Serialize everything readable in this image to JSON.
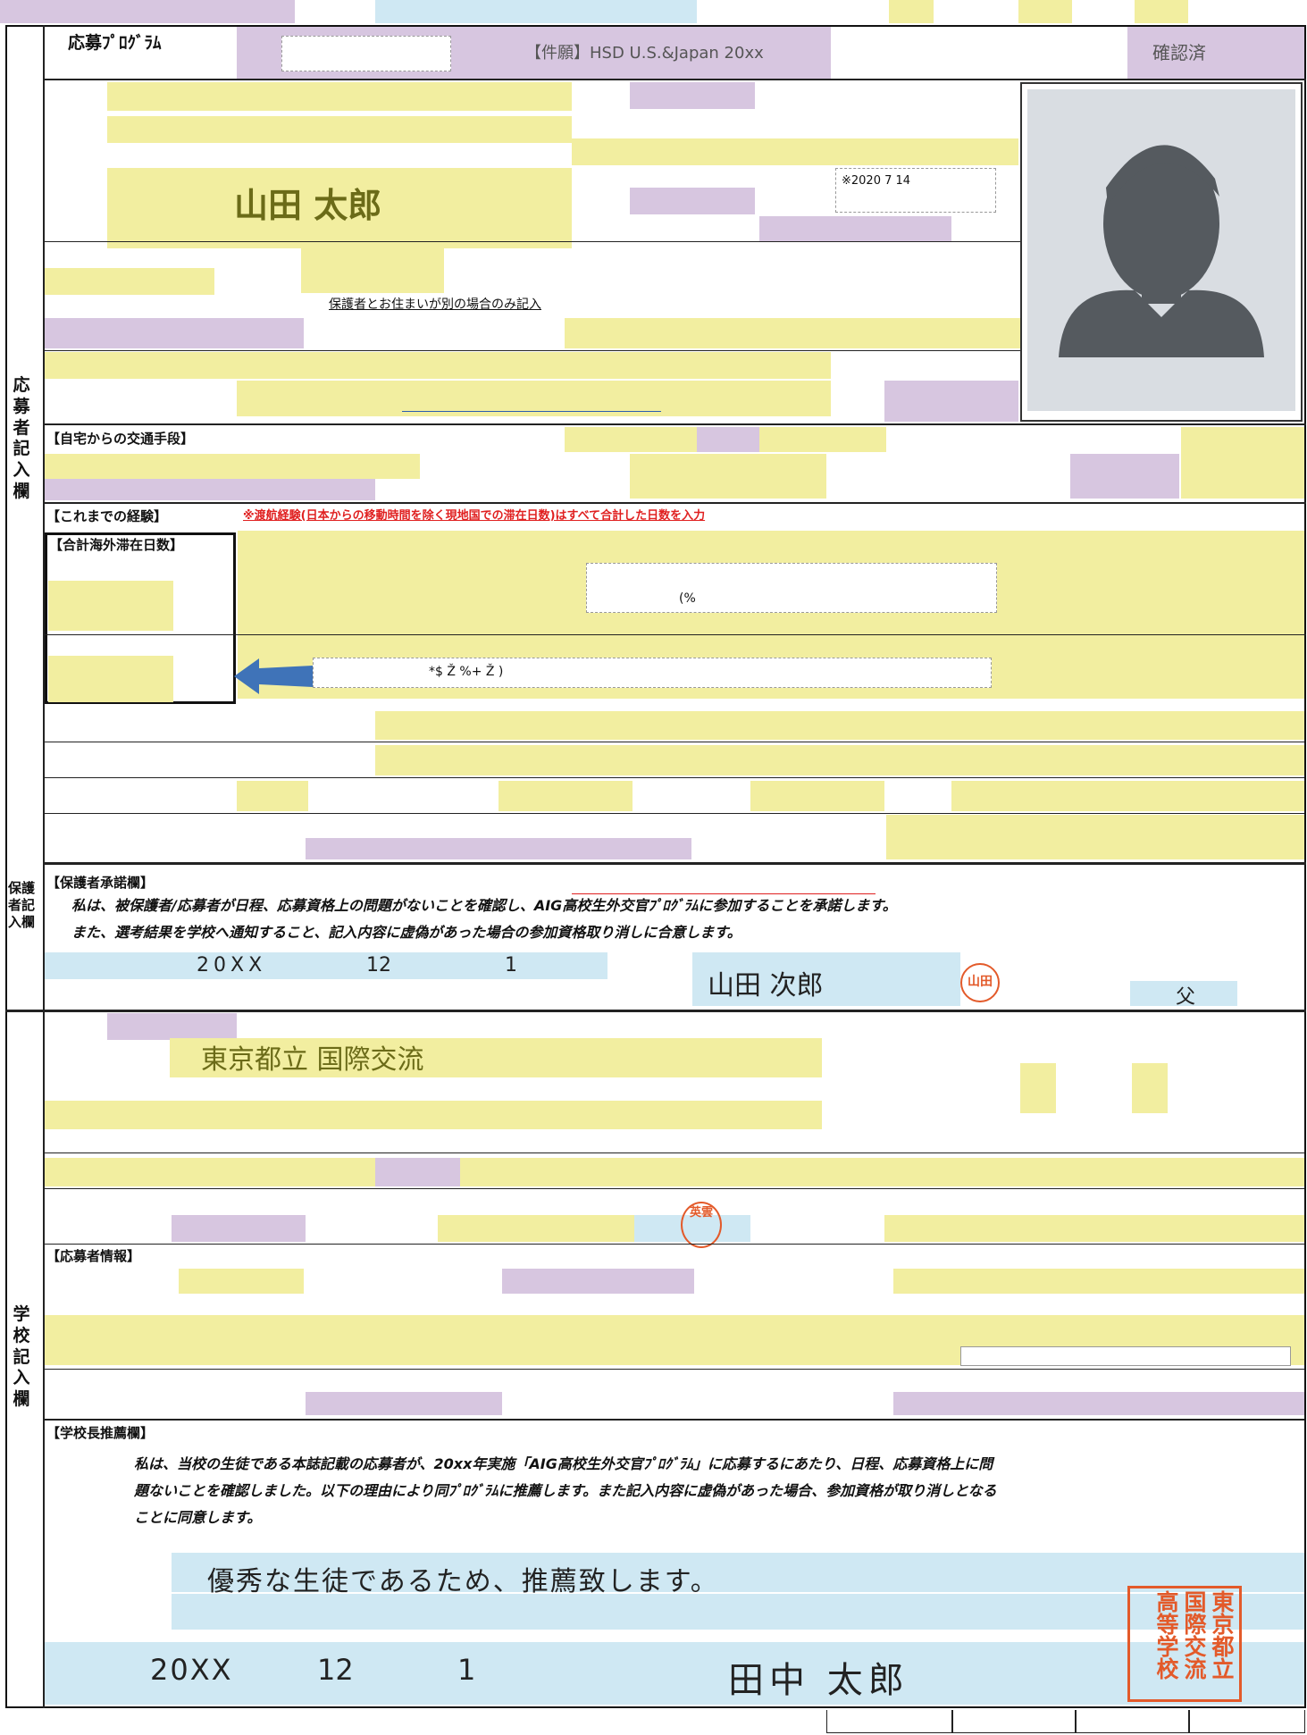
{
  "header": {
    "app_id_label": "応募ﾌﾟﾛｸﾞﾗﾑ",
    "program_title": "【件願】HSD U.S.&Japan 20xx",
    "status_badge": "確認済"
  },
  "applicant_section": {
    "side_label": "応募者記入欄",
    "name_value": "山田 太郎",
    "note_date": "※2020 7 14",
    "guardian_note": "保護者とお住まいが別の場合のみ記入",
    "transport_label": "【自宅からの交通手段】",
    "experience_label": "【これまでの経験】",
    "experience_note": "※渡航経験(日本からの移動時間を除く現地国での滞在日数)はすべて合計した日数を入力",
    "total_overseas_label": "【合計海外滞在日数】",
    "detail_mark_1": "(%",
    "detail_mark_2": "*$ Ž %+ Ž )"
  },
  "guardian_section": {
    "side_label": "保護者記入欄",
    "title": "【保護者承諾欄】",
    "consent_text_1": "私は、被保護者/応募者が日程、応募資格上の問題がないことを確認し、AIG高校生外交官ﾌﾟﾛｸﾞﾗﾑに参加することを承諾します。",
    "consent_text_2": "また、選考結果を学校へ通知すること、記入内容に虚偽があった場合の参加資格取り消しに合意します。",
    "date_year": "20XX",
    "date_month": "12",
    "date_day": "1",
    "signature": "山田 次郎",
    "seal": "山田",
    "relation": "父"
  },
  "school_section": {
    "side_label": "学校記入欄",
    "school_name": "東京都立 国際交流",
    "seal_small": "英雲",
    "applicant_info_label": "【応募者情報】",
    "recommend_label": "【学校長推薦欄】",
    "recommend_text_1": "私は、当校の生徒である本誌記載の応募者が、20xx年実施「AIG高校生外交官ﾌﾟﾛｸﾞﾗﾑ」に応募するにあたり、日程、応募資格上に問",
    "recommend_text_2": "題ないことを確認しました。以下の理由により同ﾌﾟﾛｸﾞﾗﾑに推薦します。また記入内容に虚偽があった場合、参加資格が取り消しとなる",
    "recommend_text_3": "ことに同意します。",
    "reason": "優秀な生徒であるため、推薦致します。",
    "date_year": "20XX",
    "date_month": "12",
    "date_day": "1",
    "principal": "田中 太郎",
    "school_seal": "東京都立国際交流高等学校"
  },
  "colors": {
    "field_yellow": "#f2eea0",
    "field_purple": "#d7c6e0",
    "field_blue": "#cfe8f3",
    "stamp_red": "#e35a2a"
  }
}
